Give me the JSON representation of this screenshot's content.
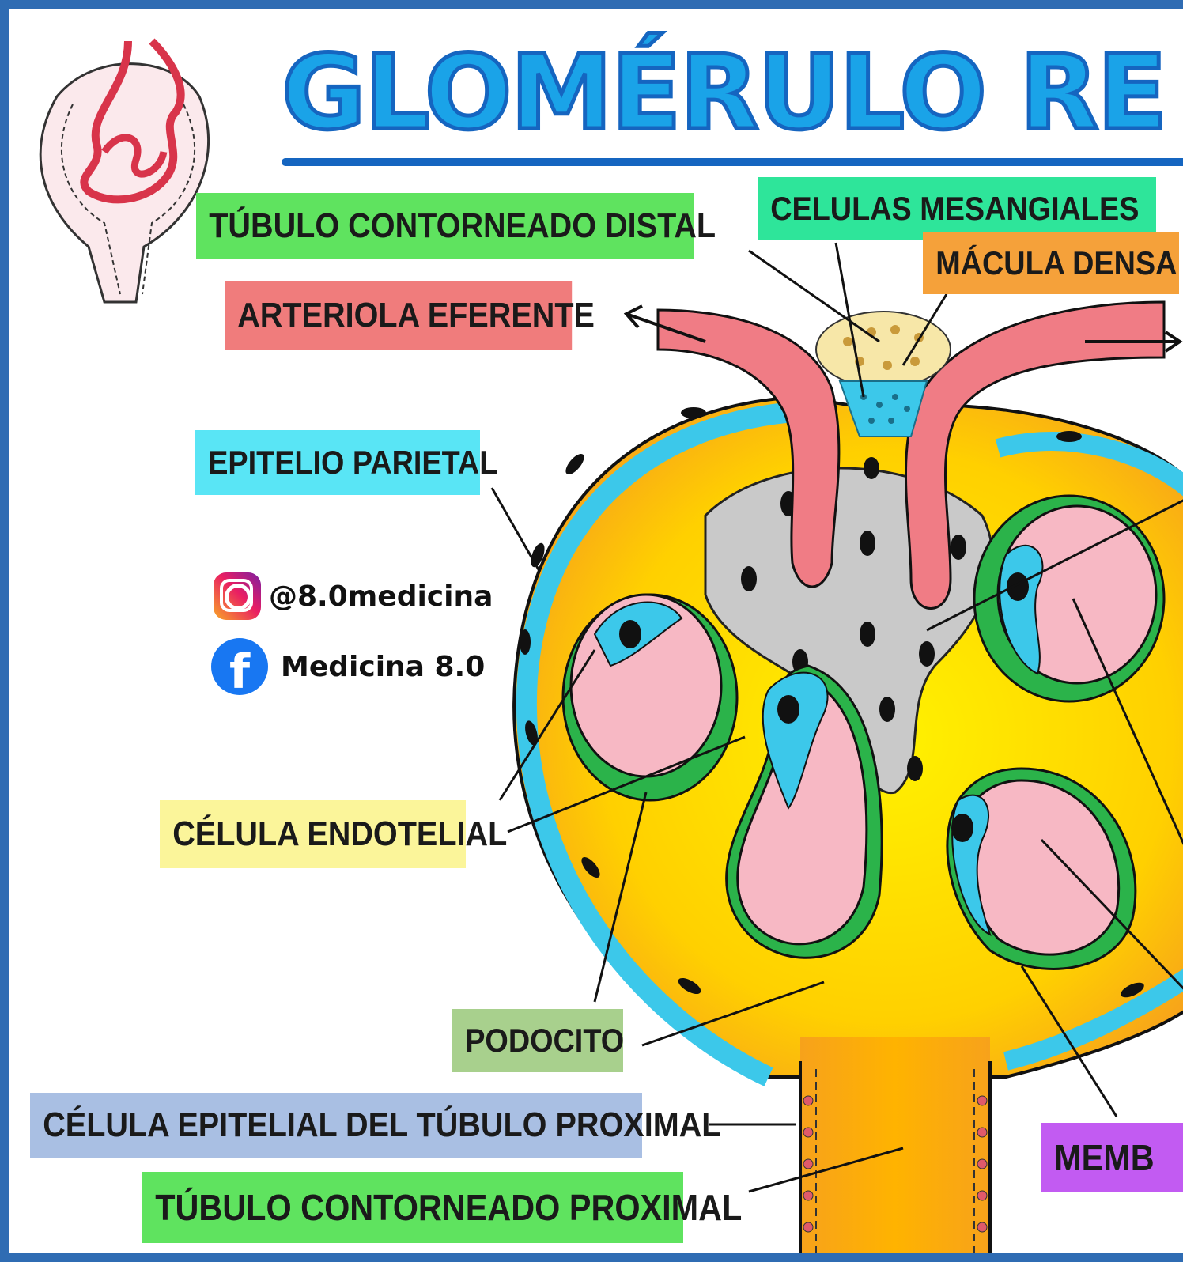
{
  "title": "GLOMÉRULO RE",
  "labels": {
    "tubulo_distal": "TÚBULO CONTORNEADO DISTAL",
    "celulas_mesangiales": "CELULAS MESANGIALES",
    "macula_densa": "MÁCULA DENSA",
    "arteriola_eferente": "ARTERIOLA EFERENTE",
    "epitelio_parietal": "EPITELIO PARIETAL",
    "celula_endotelial": "CÉLULA ENDOTELIAL",
    "podocito": "PODOCITO",
    "celula_epitelial_proximal": "CÉLULA EPITELIAL DEL TÚBULO PROXIMAL",
    "tubulo_proximal": "TÚBULO CONTORNEADO PROXIMAL",
    "membrana": "MEMB"
  },
  "social": {
    "instagram": "@8.0medicina",
    "facebook": "Medicina 8.0",
    "instagram_icon": "instagram-icon",
    "facebook_icon": "facebook-icon"
  },
  "colors": {
    "title_fill": "#1aa3e8",
    "title_stroke": "#1565c0",
    "border": "#2f6cb3",
    "label_green": "#5fe35f",
    "label_teal": "#2ee59a",
    "label_orange": "#f5a13a",
    "label_red": "#f07c7c",
    "label_cyan": "#59e5f5",
    "label_yellow": "#fbf59a",
    "label_sage": "#a8d08d",
    "label_blue": "#a9bfe3",
    "label_purple": "#c25bf2"
  }
}
